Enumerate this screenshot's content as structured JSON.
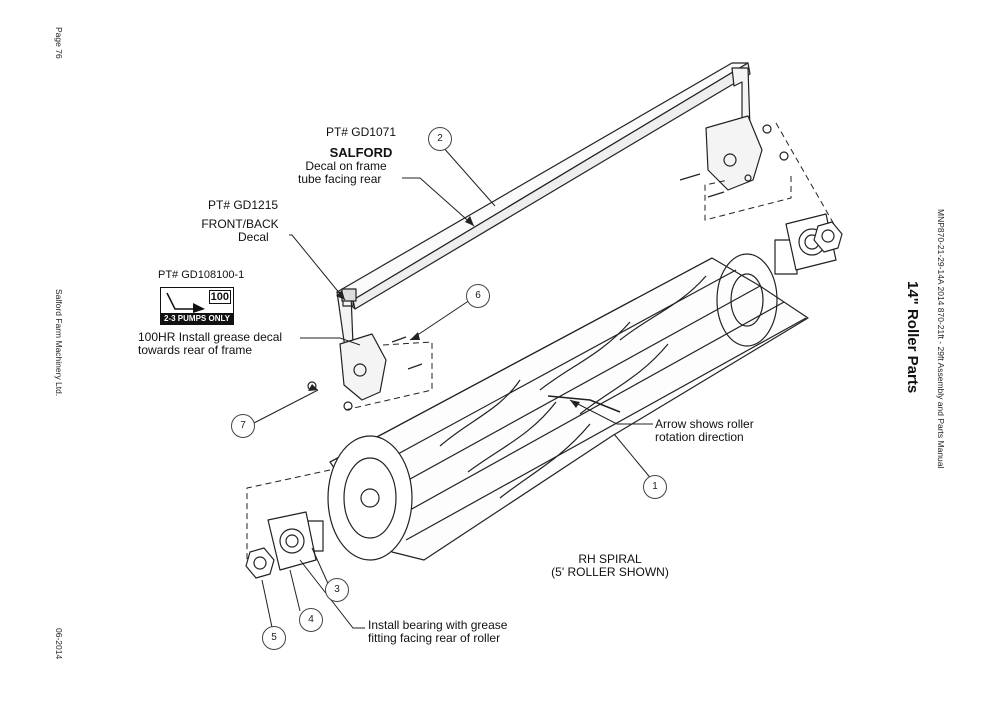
{
  "sidebar": {
    "page": "Page 76",
    "company": "Salford Farm Machinery Ltd.",
    "date": "06-2014",
    "manual": "MNP870-21-29-14A 2014 870-21ft - 29ft Assembly and Parts Manual"
  },
  "title": "14\" Roller Parts",
  "callouts": {
    "pt_gd1071": "PT# GD1071",
    "salford": "SALFORD",
    "decal_line1": "Decal on frame",
    "decal_line2": "tube facing rear",
    "pt_gd1215": "PT# GD1215",
    "front_back": "FRONT/BACK",
    "decal": "Decal",
    "pt_gd108100": "PT# GD108100-1",
    "grease_line1": "100HR Install grease decal",
    "grease_line2": "towards rear of frame",
    "arrow_line1": "Arrow shows roller",
    "arrow_line2": "rotation direction",
    "spiral_line1": "RH SPIRAL",
    "spiral_line2": "(5' ROLLER SHOWN)",
    "bearing_line1": "Install bearing with grease",
    "bearing_line2": "fitting facing rear of roller"
  },
  "decal_image": {
    "number": "100",
    "pumps": "2-3 PUMPS ONLY"
  },
  "balloons": [
    "1",
    "2",
    "3",
    "4",
    "5",
    "6",
    "7"
  ]
}
